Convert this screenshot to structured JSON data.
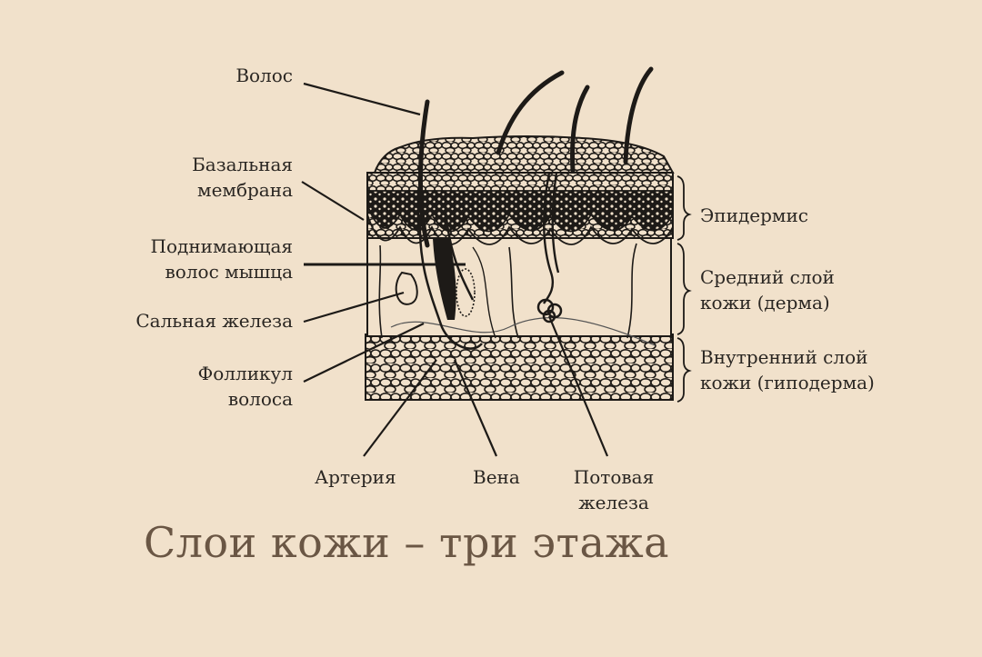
{
  "title": "Слои кожи – три этажа",
  "labels": {
    "hair": "Волос",
    "basal_membrane_1": "Базальная",
    "basal_membrane_2": "мембрана",
    "arrector_1": "Поднимающая",
    "arrector_2": "волос мышца",
    "sebaceous": "Сальная железа",
    "follicle_1": "Фолликул",
    "follicle_2": "волоса",
    "epidermis": "Эпидермис",
    "dermis_1": "Средний слой",
    "dermis_2": "кожи (дерма)",
    "hypodermis_1": "Внутренний слой",
    "hypodermis_2": "кожи (гиподерма)",
    "artery": "Артерия",
    "vein": "Вена",
    "sweat_1": "Потовая",
    "sweat_2": "железа"
  },
  "colors": {
    "background": "#f1e1cb",
    "ink": "#1d1a17",
    "title": "#6a5644"
  }
}
